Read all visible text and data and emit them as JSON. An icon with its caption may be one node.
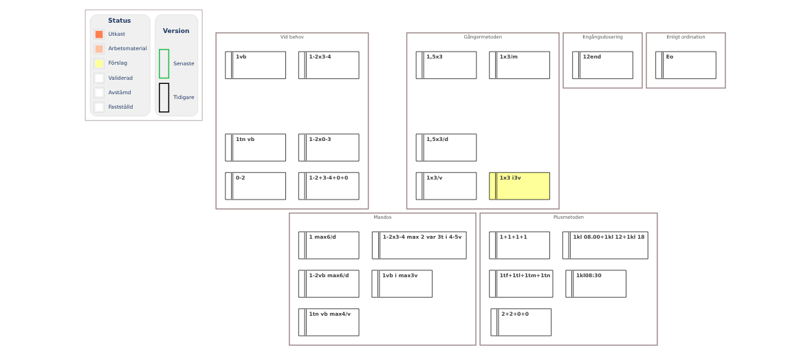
{
  "diagram": {
    "nodes": [
      {
        "text": [
          "Vid behov"
        ]
      },
      {
        "text": [
          "1vb"
        ],
        "in": 0
      },
      {
        "text": [
          "1-2x3-4"
        ],
        "in": 0
      },
      {
        "text": [
          "1tn vb"
        ],
        "in": 0
      },
      {
        "text": [
          "1-2x0-3"
        ],
        "in": 0
      },
      {
        "text": [
          "0-2"
        ],
        "in": 0
      },
      {
        "text": [
          "1-2+3-4+0+0"
        ],
        "in": 0
      },
      {
        "text": [
          "Gångermetoden"
        ]
      },
      {
        "text": [
          "1,5x3"
        ],
        "in": 7
      },
      {
        "text": [
          "1x3/m"
        ],
        "in": 7
      },
      {
        "text": [
          "1,5x3/d"
        ],
        "in": 7
      },
      {
        "text": [
          "1x3/v"
        ],
        "in": 7
      },
      {
        "text": [
          "1x3 i3v"
        ],
        "in": 7
      },
      {
        "text": [
          "Engångsdosering"
        ]
      },
      {
        "text": [
          "12end"
        ],
        "in": 13
      },
      {
        "text": [
          "Enligt ordination"
        ]
      },
      {
        "text": [
          "Eo"
        ],
        "in": 15
      },
      {
        "text": [
          "Maxdos"
        ]
      },
      {
        "text": [
          "1 max6/d"
        ],
        "in": 17
      },
      {
        "text": [
          "1-2x3-4 max 2 var 3t i 4-5v"
        ],
        "in": 17
      },
      {
        "text": [
          "1-2vb max6/d"
        ],
        "in": 17
      },
      {
        "text": [
          "1vb i max3v"
        ],
        "in": 17
      },
      {
        "text": [
          "1tn vb max4/v"
        ],
        "in": 17
      },
      {
        "text": [
          "Plusmetoden"
        ]
      },
      {
        "text": [
          "1+1+1+1"
        ],
        "in": 23
      },
      {
        "text": [
          "1kl 08.00+1kl 12+1kl 18"
        ],
        "in": 23
      },
      {
        "text": [
          "1tf+1tl+1tm+1tn"
        ],
        "in": 23
      },
      {
        "text": [
          "1kl08:30"
        ],
        "in": 23
      },
      {
        "text": [
          "2+2+0+0"
        ],
        "in": 23
      }
    ],
    "edges": [],
    "labels": [
      "Status",
      "Version"
    ],
    "legend": [
      {
        "text": "Utkast",
        "color": "#ff7f50"
      },
      {
        "text": "Arbetsmaterial",
        "color": "#ffc0a0"
      },
      {
        "text": "Förslag",
        "color": "#ffff99"
      },
      {
        "text": "Validerad",
        "color": "#ffffff"
      },
      {
        "text": "Avstämd",
        "color": "#ffffff"
      },
      {
        "text": "Fastställd",
        "color": "#ffffff"
      },
      {
        "text": "Senaste"
      },
      {
        "text": "Tidigare"
      }
    ]
  }
}
